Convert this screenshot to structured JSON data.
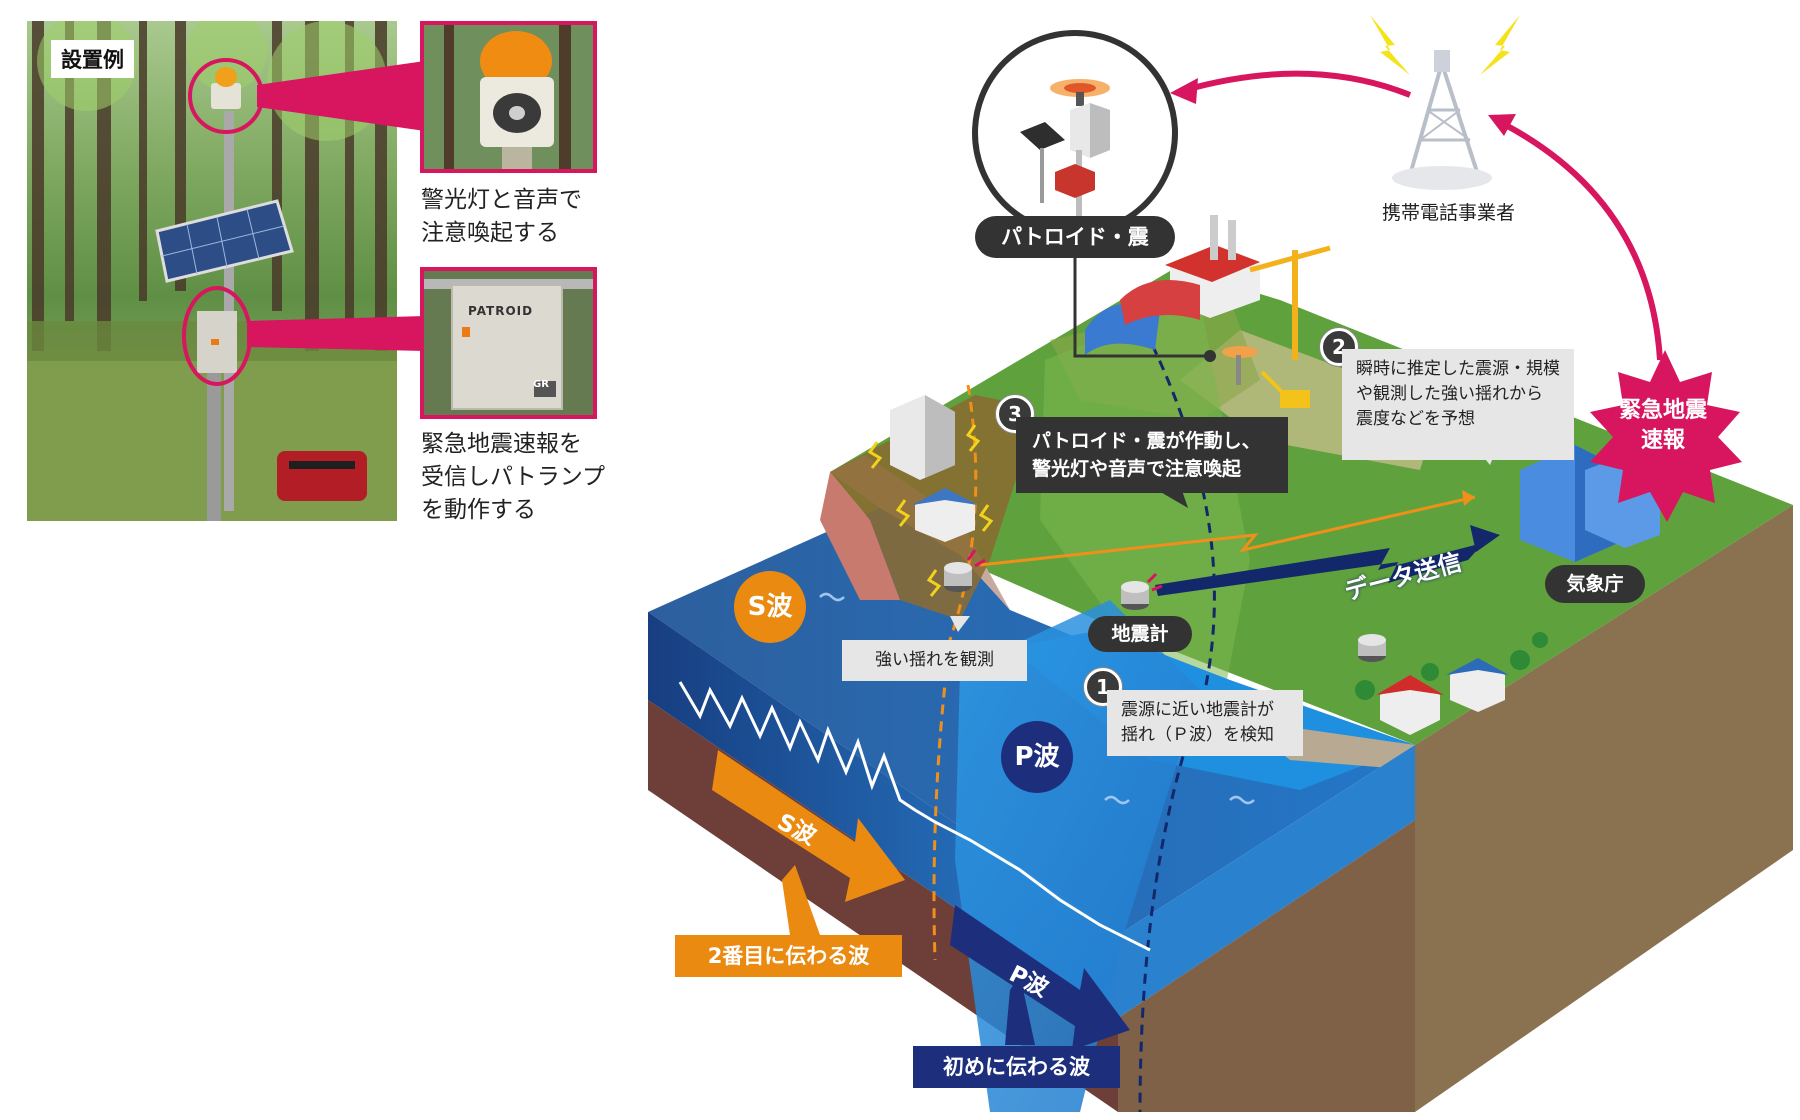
{
  "photo": {
    "sample_label": "設置例",
    "caption_top": "警光灯と音声で\n注意喚起する",
    "caption_bottom": "緊急地震速報を\n受信しパトランプ\nを動作する",
    "zoom_bottom_brand": "PATROID",
    "zoom_bottom_mark": "GR"
  },
  "diagram": {
    "device_name": "パトロイド・震",
    "carrier_label": "携帯電話事業者",
    "eew_label": "緊急地震\n速報",
    "jma_label": "気象庁",
    "data_send_label": "データ送信",
    "seismometer_label": "地震計",
    "strong_shake_label": "強い揺れを観測",
    "s_wave_badge": "S波",
    "p_wave_badge": "P波",
    "s_wave_arrow": "S波",
    "p_wave_arrow": "P波",
    "second_wave_label": "2番目に伝わる波",
    "first_wave_label": "初めに伝わる波",
    "steps": [
      {
        "number": "1",
        "text": "震源に近い地震計が\n揺れ（Ｐ波）を検知"
      },
      {
        "number": "2",
        "text": "瞬時に推定した震源・規模\nや観測した強い揺れから\n震度などを予想"
      },
      {
        "number": "3",
        "text": "パトロイド・震が作動し、\n警光灯や音声で注意喚起"
      }
    ]
  },
  "colors": {
    "accent_pink": "#d8155f",
    "s_wave_orange": "#ea8a10",
    "p_wave_navy": "#1d2f7c",
    "dark_label": "#333333"
  }
}
